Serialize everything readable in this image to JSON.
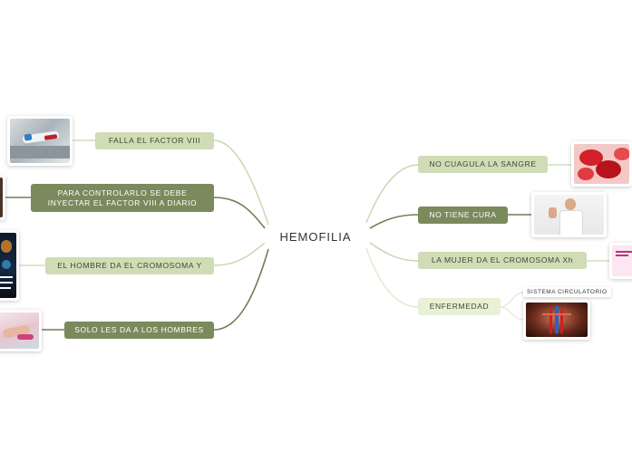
{
  "map": {
    "central": "HEMOFILIA",
    "left": [
      {
        "label": "FALLA EL FACTOR VIII"
      },
      {
        "label": "PARA CONTROLARLO SE DEBE",
        "label2": "INYECTAR EL FACTOR VIII A DIARIO"
      },
      {
        "label": "EL HOMBRE DA EL CROMOSOMA  Y"
      },
      {
        "label": "SOLO LES DA A LOS HOMBRES"
      }
    ],
    "right": [
      {
        "label": "NO CUAGULA LA SANGRE"
      },
      {
        "label": "NO TIENE CURA"
      },
      {
        "label": "LA MUJER DA EL CROMOSOMA   Xh"
      },
      {
        "label": "ENFERMEDAD",
        "sub": "SISTEMA CIRCULATORIO"
      }
    ]
  },
  "colors": {
    "line": "#b7c79a",
    "line_dark": "#6f7f52",
    "node_light": "#cfdcb5",
    "node_dark": "#7a8a5c"
  }
}
